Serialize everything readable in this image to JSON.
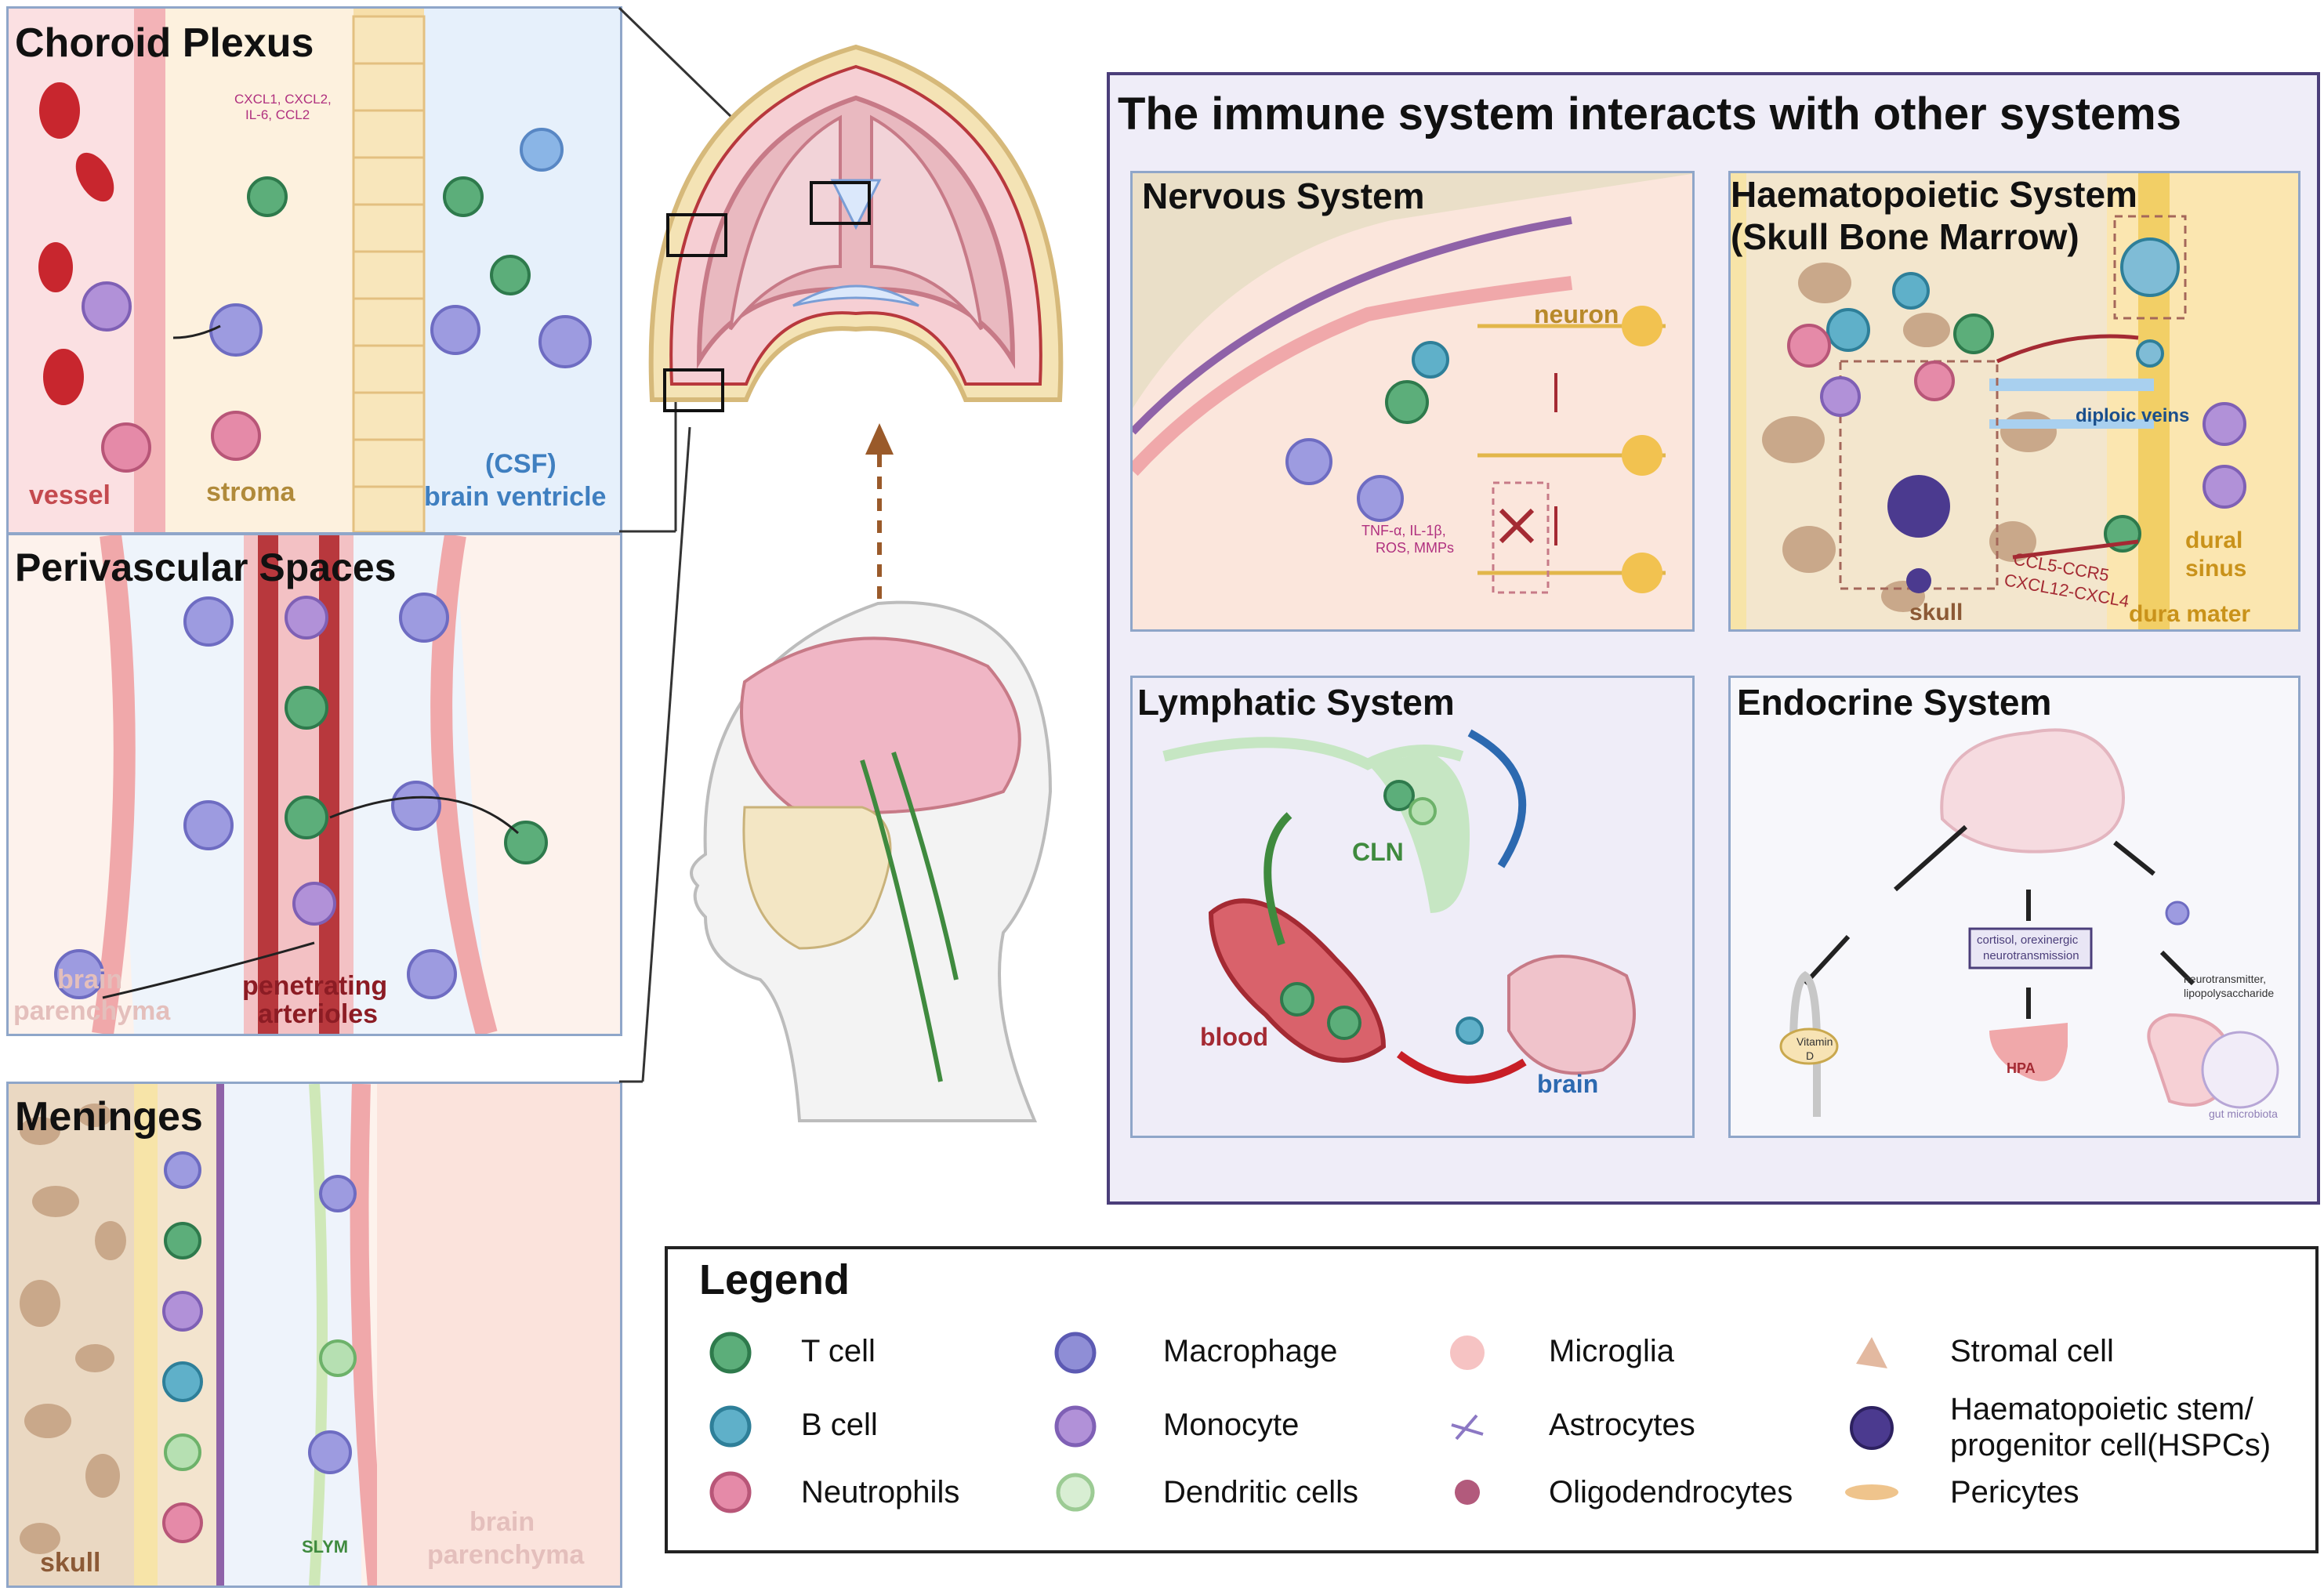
{
  "left_panels": {
    "choroid": {
      "title": "Choroid Plexus",
      "cytokines": [
        "CXCL1, CXCL2,",
        "IL-6, CCL2"
      ],
      "vessel": "vessel",
      "stroma": "stroma",
      "csf": "(CSF)",
      "ventricle": "brain ventricle"
    },
    "perivascular": {
      "title": "Perivascular Spaces",
      "brain": "brain",
      "parenchyma": "parenchyma",
      "penetrating": "penetrating",
      "arterioles": "arterioles"
    },
    "meninges": {
      "title": "Meninges",
      "skull": "skull",
      "slym": "SLYM",
      "brain": "brain",
      "parenchyma": "parenchyma"
    }
  },
  "main_box": {
    "title": "The immune system interacts with other systems",
    "nervous": {
      "title": "Nervous System",
      "neuron": "neuron",
      "cytokines": [
        "TNF-α, IL-1β,",
        "ROS, MMPs"
      ]
    },
    "haematopoietic": {
      "title_line1": "Haematopoietic System",
      "title_line2": "(Skull Bone Marrow)",
      "diploic": "diploic veins",
      "dural": "dural",
      "sinus": "sinus",
      "skull": "skull",
      "dura": "dura mater",
      "ccl5": "CCL5-CCR5",
      "cxcl12": "CXCL12-CXCL4"
    },
    "lymphatic": {
      "title": "Lymphatic System",
      "cln": "CLN",
      "blood": "blood",
      "brain": "brain"
    },
    "endocrine": {
      "title": "Endocrine System",
      "cortisol": [
        "cortisol, orexinergic",
        "neurotransmission"
      ],
      "vitamin": [
        "Vitamin",
        "D"
      ],
      "hpa": "HPA",
      "neuro": [
        "neurotransmitter,",
        "lipopolysaccharide"
      ],
      "gut": "gut microbiota"
    }
  },
  "legend": {
    "title": "Legend",
    "items": [
      {
        "label": "T  cell",
        "icon": "t-cell",
        "color": "#5cae7a"
      },
      {
        "label": "B  cell",
        "icon": "b-cell",
        "color": "#5fb0c9"
      },
      {
        "label": "Neutrophils",
        "icon": "neutrophil",
        "color": "#e58aa8"
      },
      {
        "label": "Macrophage",
        "icon": "macrophage",
        "color": "#8f8ed6"
      },
      {
        "label": "Monocyte",
        "icon": "monocyte",
        "color": "#b191d8"
      },
      {
        "label": "Dendritic cells",
        "icon": "dendritic",
        "color": "#b6e0b2"
      },
      {
        "label": "Microglia",
        "icon": "microglia",
        "color": "#f2a5a5"
      },
      {
        "label": "Astrocytes",
        "icon": "astrocyte",
        "color": "#8c78c4"
      },
      {
        "label": "Oligodendrocytes",
        "icon": "oligodendrocyte",
        "color": "#b25a7c"
      },
      {
        "label": "Stromal cell",
        "icon": "stromal",
        "color": "#e3b9a0"
      },
      {
        "label": "Haematopoietic stem/",
        "label2": "progenitor cell(HSPCs)",
        "icon": "hspc",
        "color": "#4b3a8f"
      },
      {
        "label": "Pericytes",
        "icon": "pericyte",
        "color": "#efc48c"
      }
    ]
  }
}
